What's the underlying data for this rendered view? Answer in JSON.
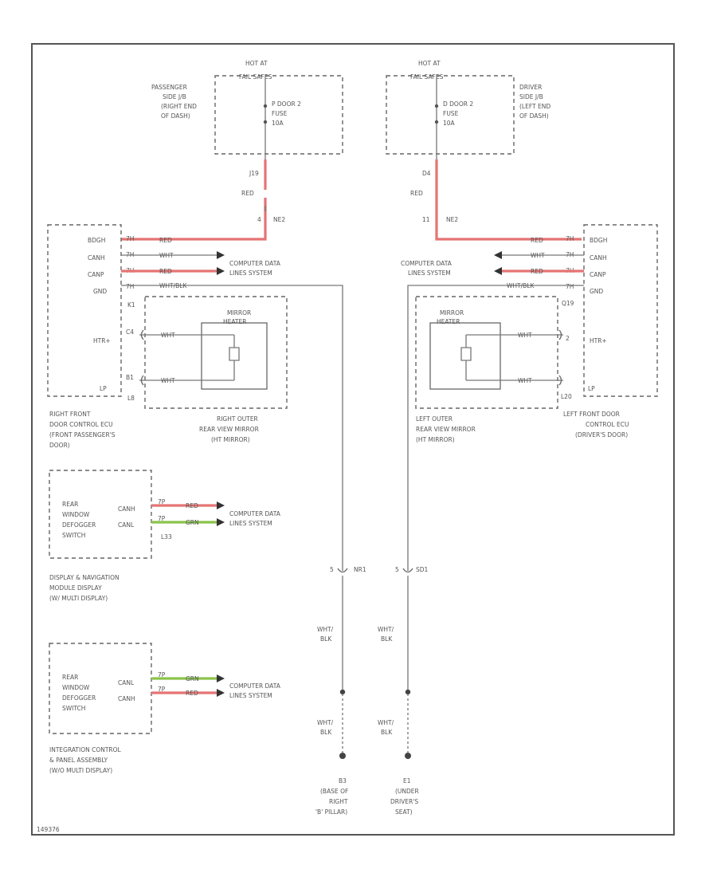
{
  "hot_at_fail": "HOT AT",
  "hot_at_sub": "FAIL SAFES",
  "passenger_jb": [
    "PASSENGER",
    "SIDE J/B",
    "(RIGHT END",
    "OF DASH)"
  ],
  "driver_jb": [
    "DRIVER",
    "SIDE J/B",
    "(LEFT END",
    "OF DASH)"
  ],
  "p_fuse": [
    "P DOOR 2",
    "FUSE",
    "10A"
  ],
  "d_fuse": [
    "D DOOR 2",
    "FUSE",
    "10A"
  ],
  "j_conn_p": "J19",
  "j_conn_d": "D4",
  "red": "RED",
  "pin_4": "4",
  "pin_11": "11",
  "ne2": "NE2",
  "pins_left": [
    "BDGH",
    "CANH",
    "CANP",
    "GND"
  ],
  "pins_right": [
    "BDGH",
    "CANH",
    "CANP",
    "GND"
  ],
  "pin_nums_left": [
    "7H",
    "7H",
    "7H",
    "7H"
  ],
  "pin_nums_right": [
    "7H",
    "7H",
    "7H",
    "7H"
  ],
  "wht": "WHT",
  "wht_blk": "WHT/BLK",
  "computer_data": [
    "COMPUTER DATA",
    "LINES SYSTEM"
  ],
  "mirror_heater": [
    "MIRROR",
    "HEATER"
  ],
  "htr_plus": "HTR+",
  "lp": "LP",
  "conn_k1": "K1",
  "conn_c4": "C4",
  "conn_b1": "B1",
  "conn_l8": "L8",
  "conn_q19": "Q19",
  "conn_2": "2",
  "conn_l20": "L20",
  "label_rf_ecu": [
    "RIGHT FRONT",
    "DOOR CONTROL ECU",
    "(FRONT PASSENGER'S",
    "DOOR)"
  ],
  "label_r_mirror": [
    "RIGHT OUTER",
    "REAR VIEW MIRROR",
    "(HT MIRROR)"
  ],
  "label_l_mirror": [
    "LEFT OUTER",
    "REAR VIEW MIRROR",
    "(HT MIRROR)"
  ],
  "label_lf_ecu": [
    "LEFT FRONT DOOR",
    "CONTROL ECU",
    "(DRIVER'S DOOR)"
  ],
  "rear_switch": [
    "REAR",
    "WINDOW",
    "DEFOGGER",
    "SWITCH"
  ],
  "canh": "CANH",
  "canl": "CANL",
  "grn": "GRN",
  "pin_p": "7P",
  "conn_l33": "L33",
  "label_display": [
    "DISPLAY & NAVIGATION",
    "MODULE DISPLAY",
    "(W/ MULTI DISPLAY)"
  ],
  "label_integration": [
    "INTEGRATION CONTROL",
    "& PANEL ASSEMBLY",
    "(W/O MULTI DISPLAY)"
  ],
  "splice_nr1": "NR1",
  "splice_sd1": "SD1",
  "wht_label": "WHT/",
  "blk_label": "BLK",
  "ground_b3": [
    "B3",
    "(BASE OF",
    "RIGHT",
    "'B' PILLAR)"
  ],
  "ground_e1": [
    "E1",
    "(UNDER",
    "DRIVER'S",
    "SEAT)"
  ],
  "diagram_id": "149376",
  "colors": {
    "red_wire": "#e57373",
    "green_wire": "#8bc34a",
    "line": "#666666"
  }
}
